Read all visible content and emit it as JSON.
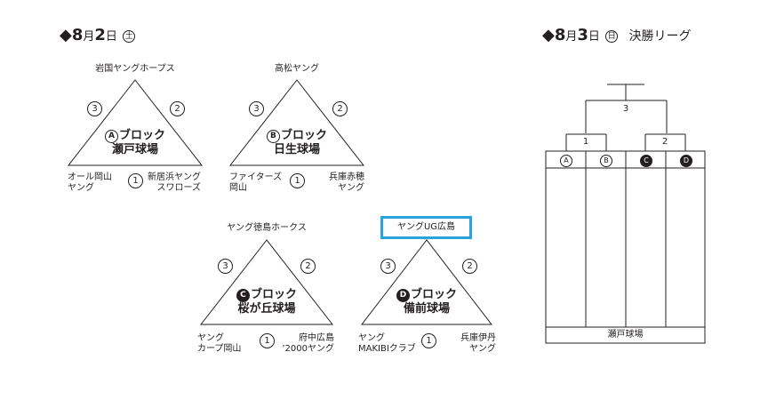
{
  "day1": {
    "bullet": "◆",
    "month": "8",
    "month_unit": "月",
    "day": "2",
    "day_unit": "日",
    "weekday": "土"
  },
  "day2": {
    "bullet": "◆",
    "month": "8",
    "month_unit": "月",
    "day": "3",
    "day_unit": "日",
    "weekday": "日",
    "label": "決勝リーグ"
  },
  "blocks": {
    "a": {
      "top": "岩国ヤングホープス",
      "mark": "A",
      "name": "ブロック",
      "venue": "瀬戸球場",
      "left_team": [
        "オール岡山",
        "ヤング"
      ],
      "right_team": [
        "新居浜ヤング",
        "スワローズ"
      ],
      "n1": "1",
      "n2": "2",
      "n3": "3"
    },
    "b": {
      "top": "高松ヤング",
      "mark": "B",
      "name": "ブロック",
      "venue": "日生球場",
      "left_team": [
        "ファイターズ",
        "岡山"
      ],
      "right_team": [
        "兵庫赤穂",
        "ヤング"
      ],
      "n1": "1",
      "n2": "2",
      "n3": "3"
    },
    "c": {
      "top": "ヤング徳島ホークス",
      "mark": "C",
      "name": "ブロック",
      "venue": "桜が丘球場",
      "left_team": [
        "ヤング",
        "カープ岡山"
      ],
      "right_team": [
        "府中広島",
        "’2000ヤング"
      ],
      "n1": "1",
      "n2": "2",
      "n3": "3"
    },
    "d": {
      "top": "ヤングUG広島",
      "mark": "D",
      "name": "ブロック",
      "venue": "備前球場",
      "left_team": [
        "ヤング",
        "MAKIBIクラブ"
      ],
      "right_team": [
        "兵庫伊丹",
        "ヤング"
      ],
      "n1": "1",
      "n2": "2",
      "n3": "3"
    }
  },
  "final": {
    "match_top": "3",
    "match_left": "1",
    "match_right": "2",
    "slots": [
      "A",
      "B",
      "C",
      "D"
    ],
    "venue": "瀬戸球場"
  },
  "colors": {
    "ink": "#231f20",
    "highlight": "#29a3dd"
  }
}
